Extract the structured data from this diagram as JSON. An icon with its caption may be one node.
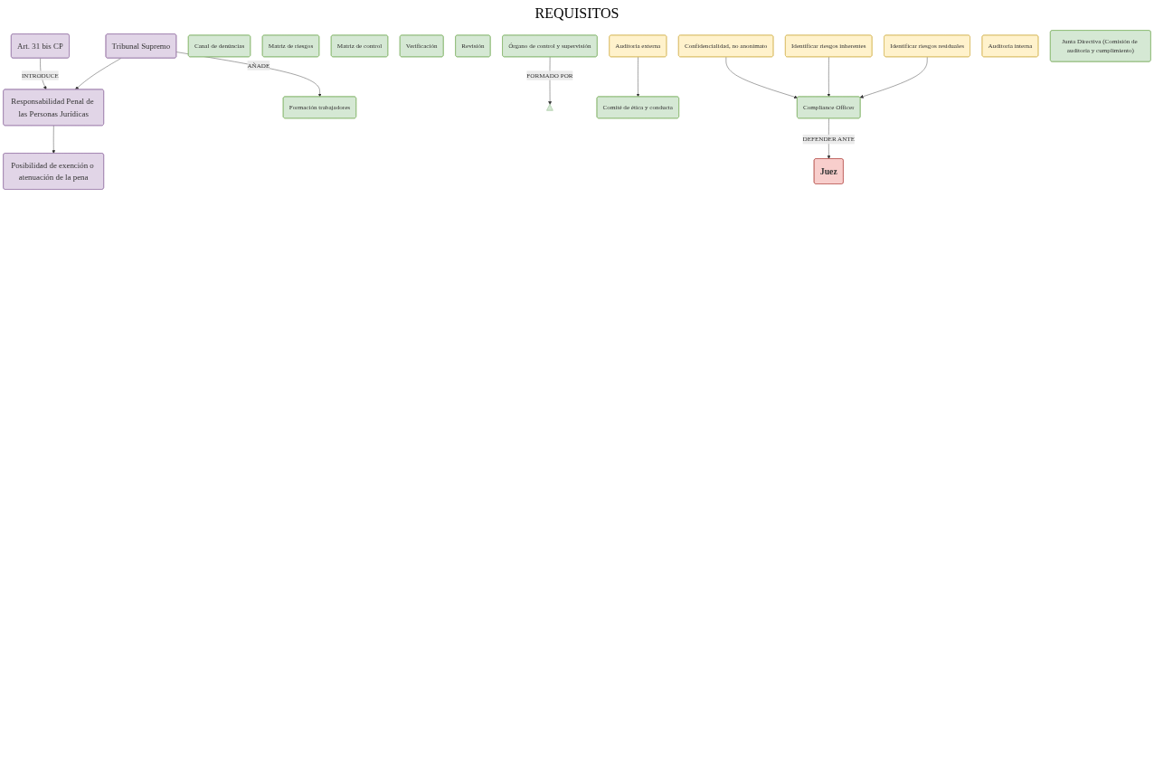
{
  "diagram": {
    "nodes": [
      {
        "text": [
          "Art. 31 bis CP"
        ]
      },
      {
        "text": [
          "Responsabilidad Penal de las Personas Jurídicas"
        ]
      },
      {
        "text": [
          "Tribunal Supremo"
        ]
      },
      {
        "text": [
          "Posibilidad de exención o atenuación de la pena"
        ]
      },
      {
        "text": [
          "Formación trabajadores"
        ]
      },
      {
        "text": [
          "Canal de denúncias"
        ]
      },
      {
        "text": [
          "Matriz de riesgos"
        ]
      },
      {
        "text": [
          "Matriz de control"
        ]
      },
      {
        "text": [
          "Verificación"
        ]
      },
      {
        "text": [
          "Revisión"
        ]
      },
      {
        "text": [
          "Órgano de control y supervisión"
        ]
      },
      {
        "text": [
          "Confidencialidad, no anonimato"
        ]
      },
      {
        "text": [
          "Identificar riesgos inherentes"
        ]
      },
      {
        "text": [
          "Identificar riesgos residuales"
        ]
      },
      {
        "text": [
          "Auditoría externa"
        ]
      },
      {
        "text": [
          "Auditoría interna"
        ]
      },
      {
        "text": [],
        "shape": "triangle"
      },
      {
        "text": [
          "Junta Directiva (Comisión de auditoría y cumplimiento)"
        ]
      },
      {
        "text": [
          "Comité de ética y conducta"
        ]
      },
      {
        "text": [
          "Compliance Officer"
        ]
      },
      {
        "text": [
          "Juez"
        ]
      }
    ],
    "edges": [
      {
        "from": 0,
        "to": 1,
        "arrow": "to",
        "label": "INTRODUCE"
      },
      {
        "from": 2,
        "to": 1,
        "arrow": "to"
      },
      {
        "from": 1,
        "to": 3,
        "arrow": "to"
      },
      {
        "from": 2,
        "to": 4,
        "arrow": "to",
        "label": "AÑADE"
      },
      {
        "from": 10,
        "to": 16,
        "arrow": "to",
        "label": "FORMADO POR"
      },
      {
        "from": 11,
        "to": 19,
        "arrow": "to"
      },
      {
        "from": 12,
        "to": 19,
        "arrow": "to"
      },
      {
        "from": 13,
        "to": 19,
        "arrow": "to"
      },
      {
        "from": 14,
        "to": 18,
        "arrow": "to"
      },
      {
        "from": 19,
        "to": 20,
        "arrow": "to",
        "label": "DEFENDER ANTE"
      }
    ],
    "labels": [
      "REQUISITOS"
    ]
  }
}
